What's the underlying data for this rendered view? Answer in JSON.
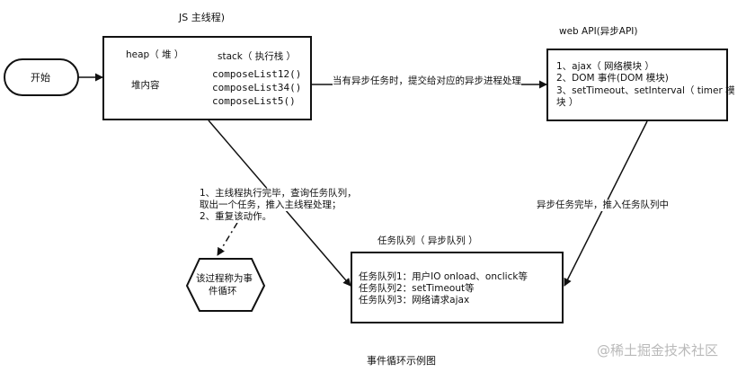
{
  "diagram": {
    "main_thread_title": "JS 主线程)",
    "start_label": "开始",
    "heap": {
      "label": "heap（ 堆 ）",
      "content": "堆内容"
    },
    "stack": {
      "label": "stack（ 执行栈 ）",
      "items": [
        "composeList12()",
        "composeList34()",
        "composeList5()"
      ]
    },
    "web_api": {
      "title": "web API(异步API)",
      "lines": [
        "1、ajax（ 网络模块 ）",
        "2、DOM 事件(DOM 模块)",
        "3、setTimeout、setInterval（ timer 模",
        "块 ）"
      ]
    },
    "edge_async": "当有异步任务时，提交给对应的异步进程处理",
    "edge_complete": "异步任务完毕，推入任务队列中",
    "loop_note": [
      "1、主线程执行完毕，查询任务队列，",
      "取出一个任务，推入主线程处理；",
      "2、重复该动作。"
    ],
    "event_loop_label": [
      "该过程称为事",
      "件循环"
    ],
    "queue": {
      "title": "任务队列（ 异步队列 ）",
      "lines": [
        "任务队列1：用户IO onload、onclick等",
        "任务队列2：setTimeout等",
        "任务队列3：网络请求ajax"
      ]
    },
    "caption": "事件循环示例图",
    "watermark": "@稀土掘金技术社区"
  }
}
